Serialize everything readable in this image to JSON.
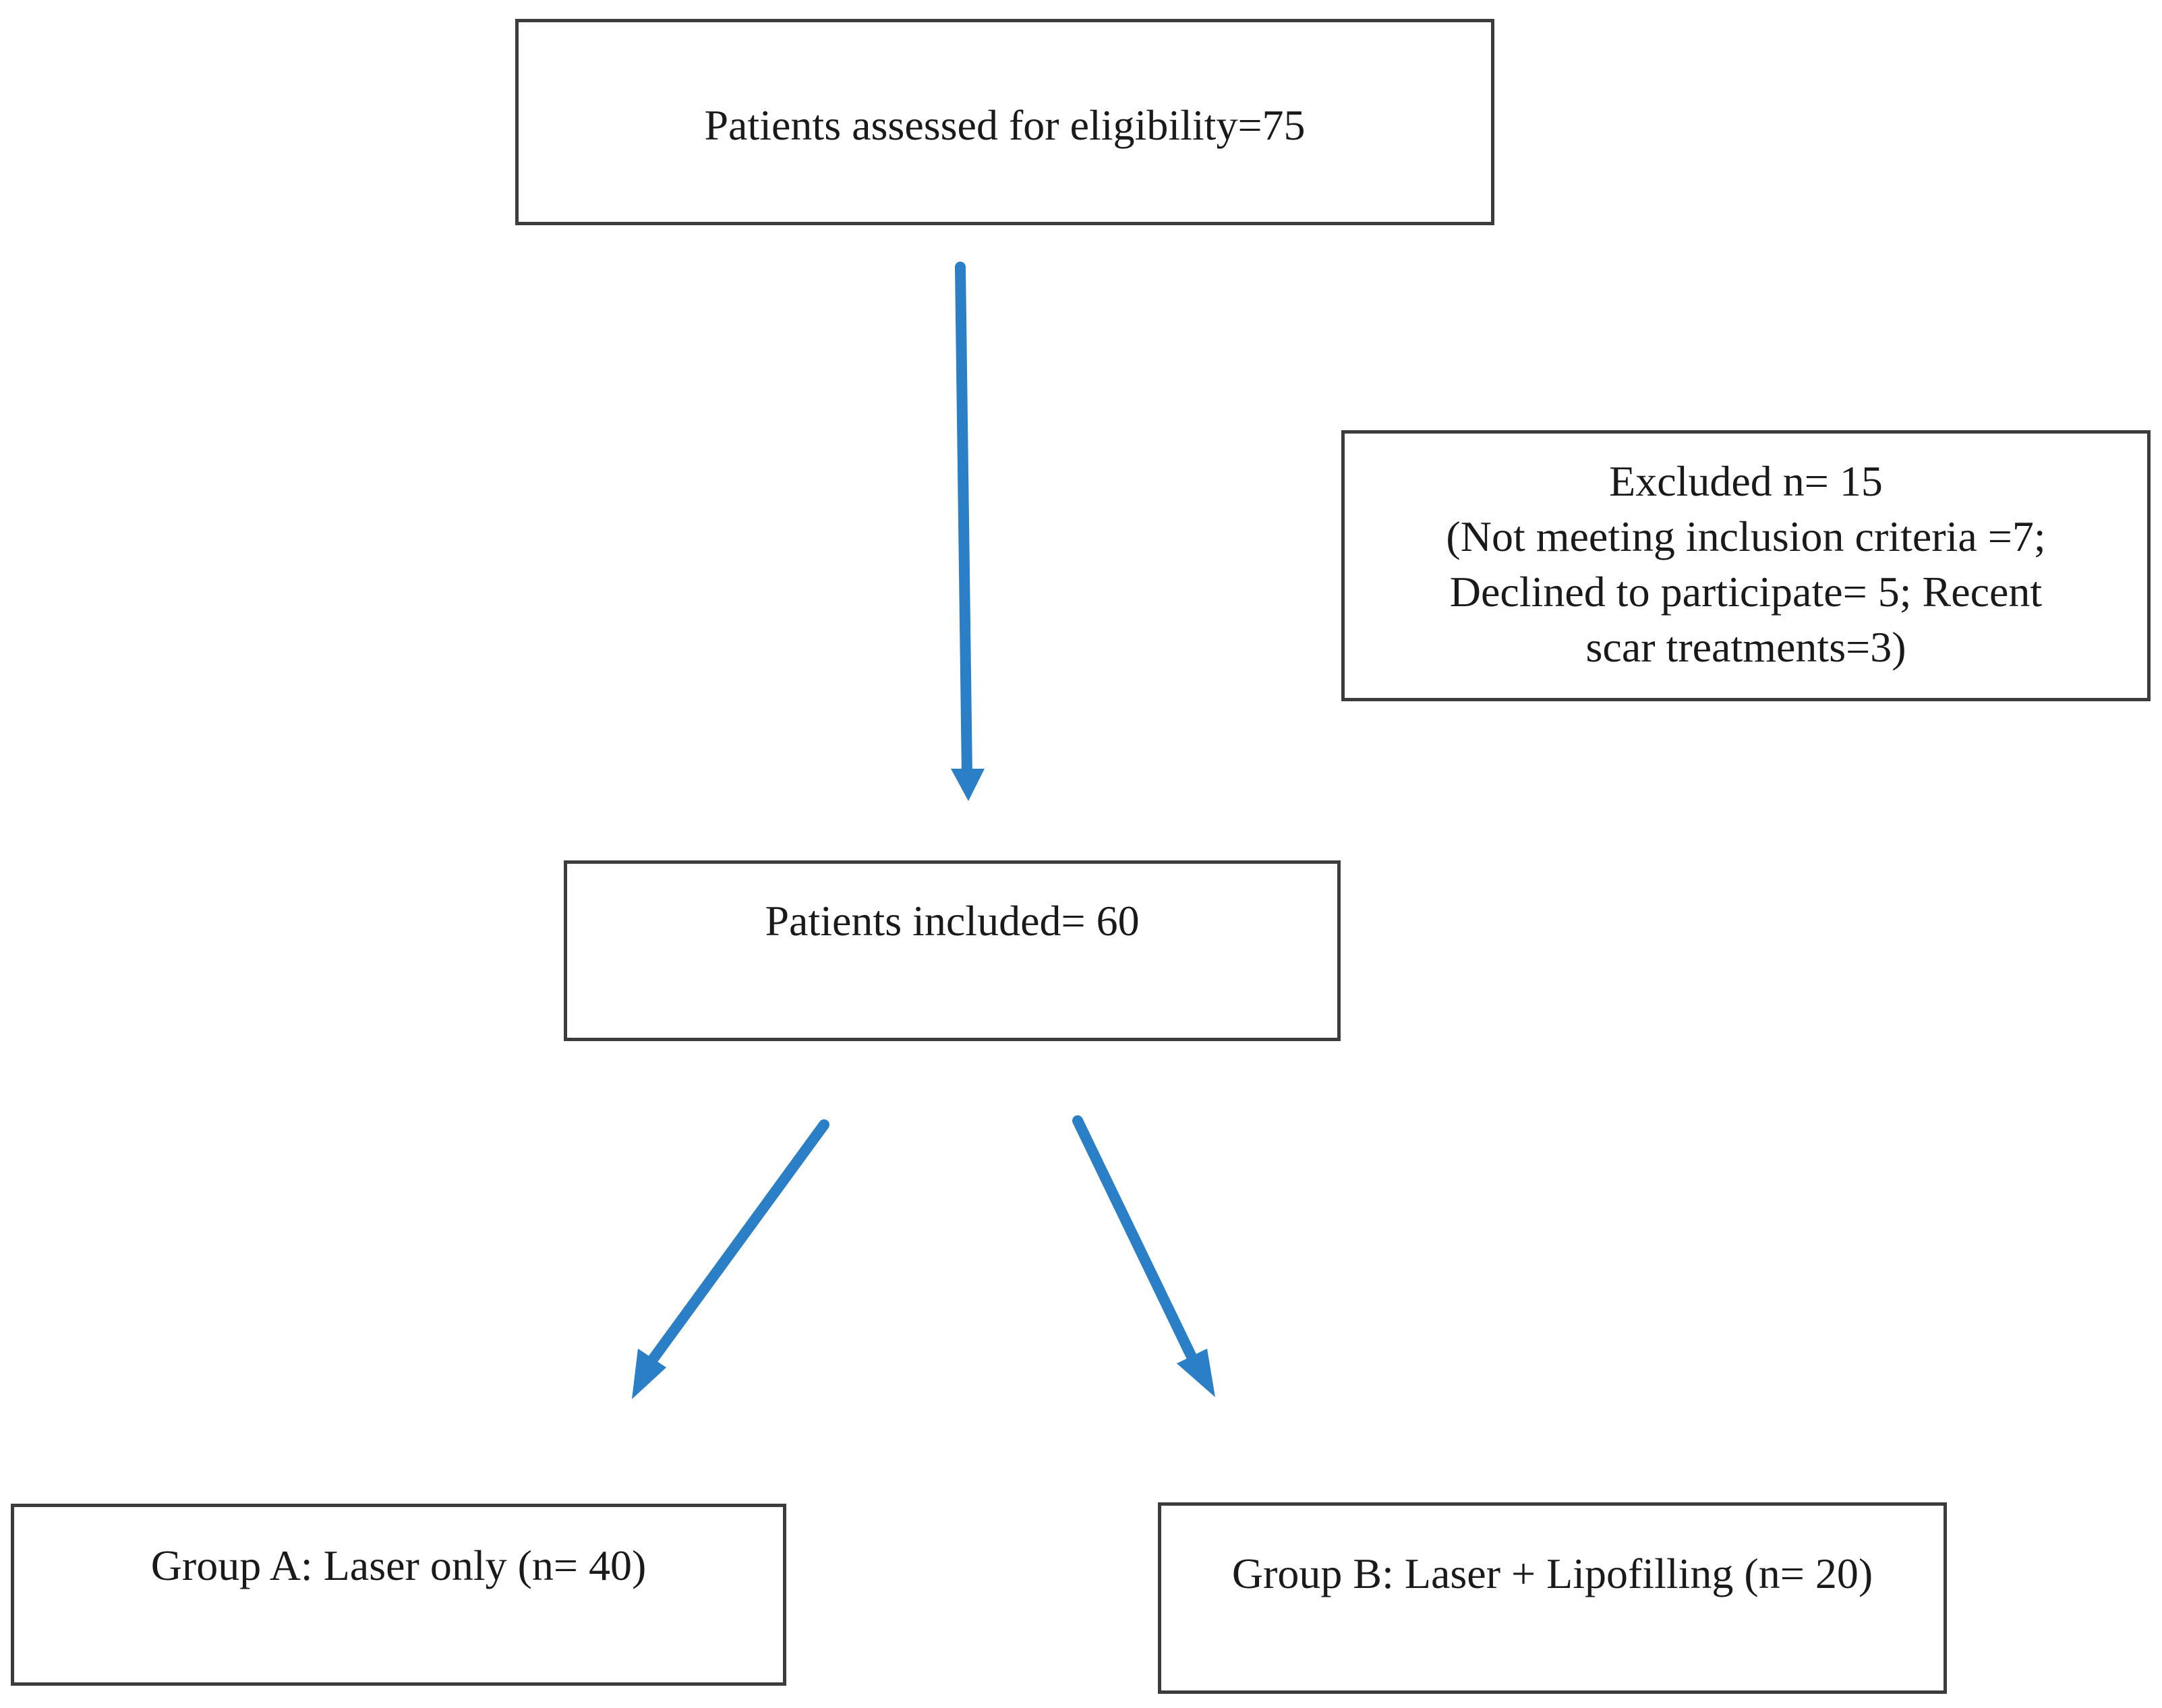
{
  "colors": {
    "arrow": "#2a7fc6",
    "box_border": "#3c3c3c",
    "text": "#1a1a1a"
  },
  "nodes": {
    "assessed": {
      "label": "Patients assessed for eligibility=75"
    },
    "excluded": {
      "lines": [
        "Excluded n= 15",
        "(Not meeting inclusion criteria =7;",
        "Declined to participate= 5; Recent",
        "scar treatments=3)"
      ]
    },
    "included": {
      "label": "Patients included= 60"
    },
    "group_a": {
      "label": "Group A: Laser only (n= 40)"
    },
    "group_b": {
      "label": "Group B: Laser + Lipofilling (n= 20)"
    }
  },
  "edges": [
    {
      "from": "assessed",
      "to": "included"
    },
    {
      "from": "included",
      "to": "group_a"
    },
    {
      "from": "included",
      "to": "group_b"
    }
  ]
}
